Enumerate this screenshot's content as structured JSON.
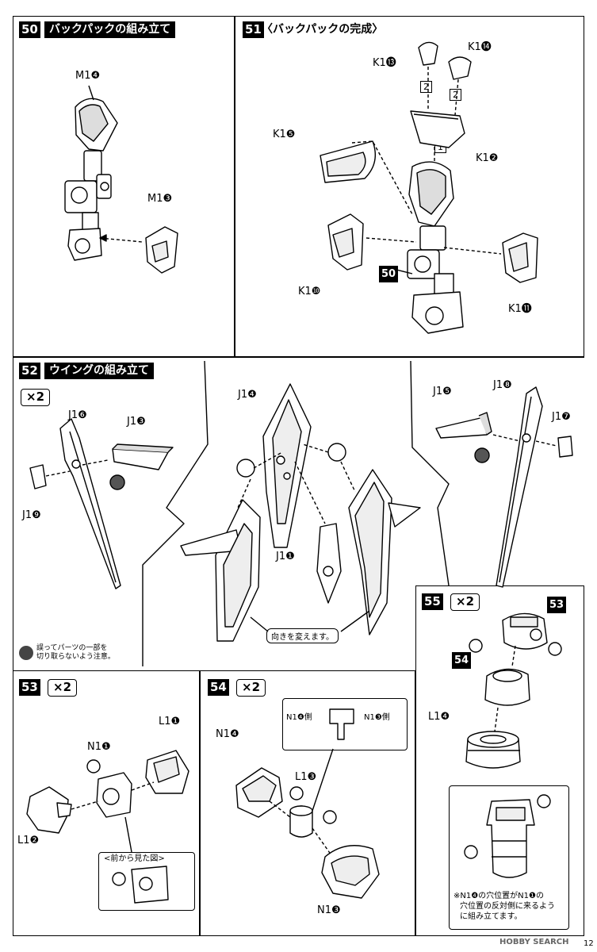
{
  "steps": {
    "s50": {
      "no": "50",
      "title": "バックパックの組み立て",
      "labels": [
        "M1❹",
        "M1❸"
      ]
    },
    "s51": {
      "no": "51",
      "title": "〈バックパックの完成〉",
      "labels": [
        "K1⓭",
        "K1⓮",
        "K1❷",
        "K1❺",
        "K1❿",
        "K1⓫"
      ],
      "ref": "50",
      "order": [
        "2",
        "2",
        "1"
      ]
    },
    "s52": {
      "no": "52",
      "title": "ウイングの組み立て",
      "qty": "×2",
      "labels": [
        "J1❻",
        "J1❸",
        "J1❾",
        "J1❹",
        "J1❶",
        "J1❺",
        "J1❽",
        "J1❼"
      ],
      "callout": "向きを変えます。",
      "note_line1": "誤ってパーツの一部を",
      "note_line2": "切り取らないよう注意。"
    },
    "s53": {
      "no": "53",
      "qty": "×2",
      "labels": [
        "L1❶",
        "N1❶",
        "L1❷"
      ],
      "front_view": "<前から見た図>"
    },
    "s54": {
      "no": "54",
      "qty": "×2",
      "labels": [
        "N1❹",
        "L1❸",
        "N1❸"
      ],
      "inset_left": "N1❹側",
      "inset_right": "N1❸側"
    },
    "s55": {
      "no": "55",
      "qty": "×2",
      "labels": [
        "L1❹"
      ],
      "refs": [
        "53",
        "54"
      ],
      "note_line1": "※N1❹の穴位置がN1❶の",
      "note_line2": "穴位置の反対側に来るよう",
      "note_line3": "に組み立てます。"
    }
  },
  "footer": {
    "page": "12",
    "watermark": "HOBBY SEARCH"
  }
}
